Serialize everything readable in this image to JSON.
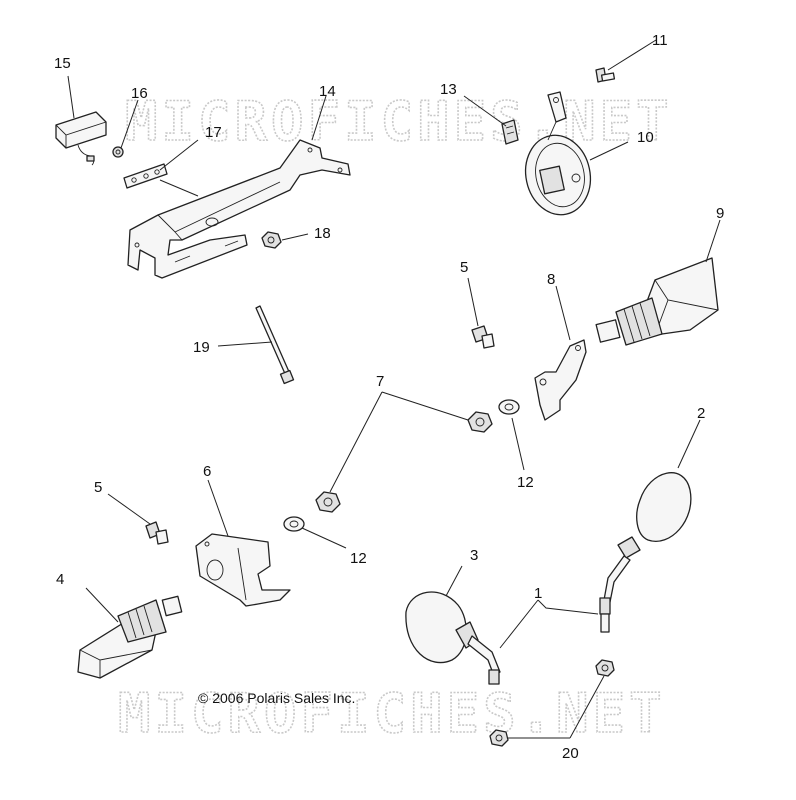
{
  "watermark": {
    "top_text": "MICROFICHES.NET",
    "bottom_text": "MICROFICHES.NET"
  },
  "copyright": "© 2006 Polaris Sales Inc.",
  "callouts": {
    "c1": "1",
    "c2": "2",
    "c3": "3",
    "c4": "4",
    "c5a": "5",
    "c5b": "5",
    "c6": "6",
    "c7": "7",
    "c8": "8",
    "c9": "9",
    "c10": "10",
    "c11": "11",
    "c12a": "12",
    "c12b": "12",
    "c13": "13",
    "c14": "14",
    "c15": "15",
    "c16": "16",
    "c17": "17",
    "c18": "18",
    "c19": "19",
    "c20": "20"
  }
}
